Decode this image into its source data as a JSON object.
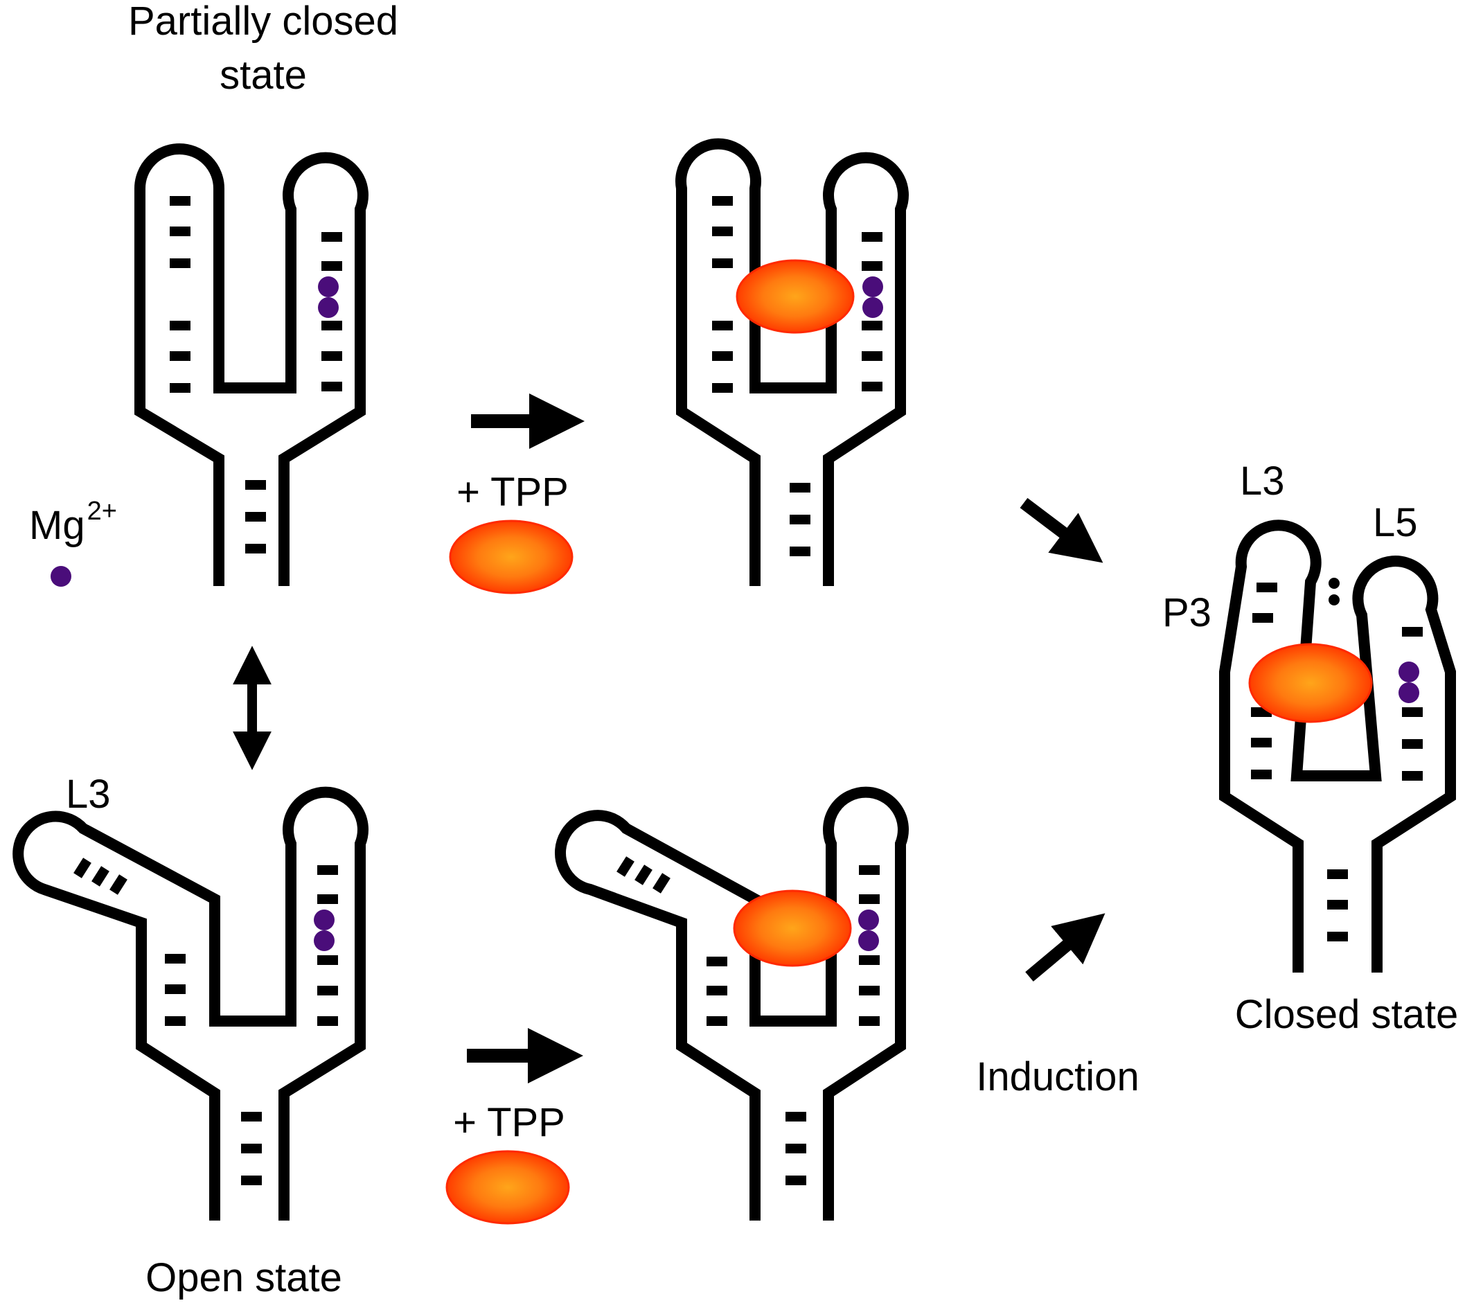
{
  "labels": {
    "partially_closed_line1": "Partially closed",
    "partially_closed_line2": "state",
    "mg_ion": "Mg",
    "mg_charge": "2+",
    "add_tpp_top": "+ TPP",
    "add_tpp_bottom": "+ TPP",
    "loop_l3_open": "L3",
    "open_state": "Open state",
    "closed_l3": "L3",
    "closed_l5": "L5",
    "closed_p3": "P3",
    "closed_state": "Closed state",
    "induction": "Induction"
  },
  "colors": {
    "rna_strand": "#000000",
    "magnesium": "#4a0d7a",
    "tpp_center": "#ffa51a",
    "tpp_edge": "#ff3d00"
  }
}
